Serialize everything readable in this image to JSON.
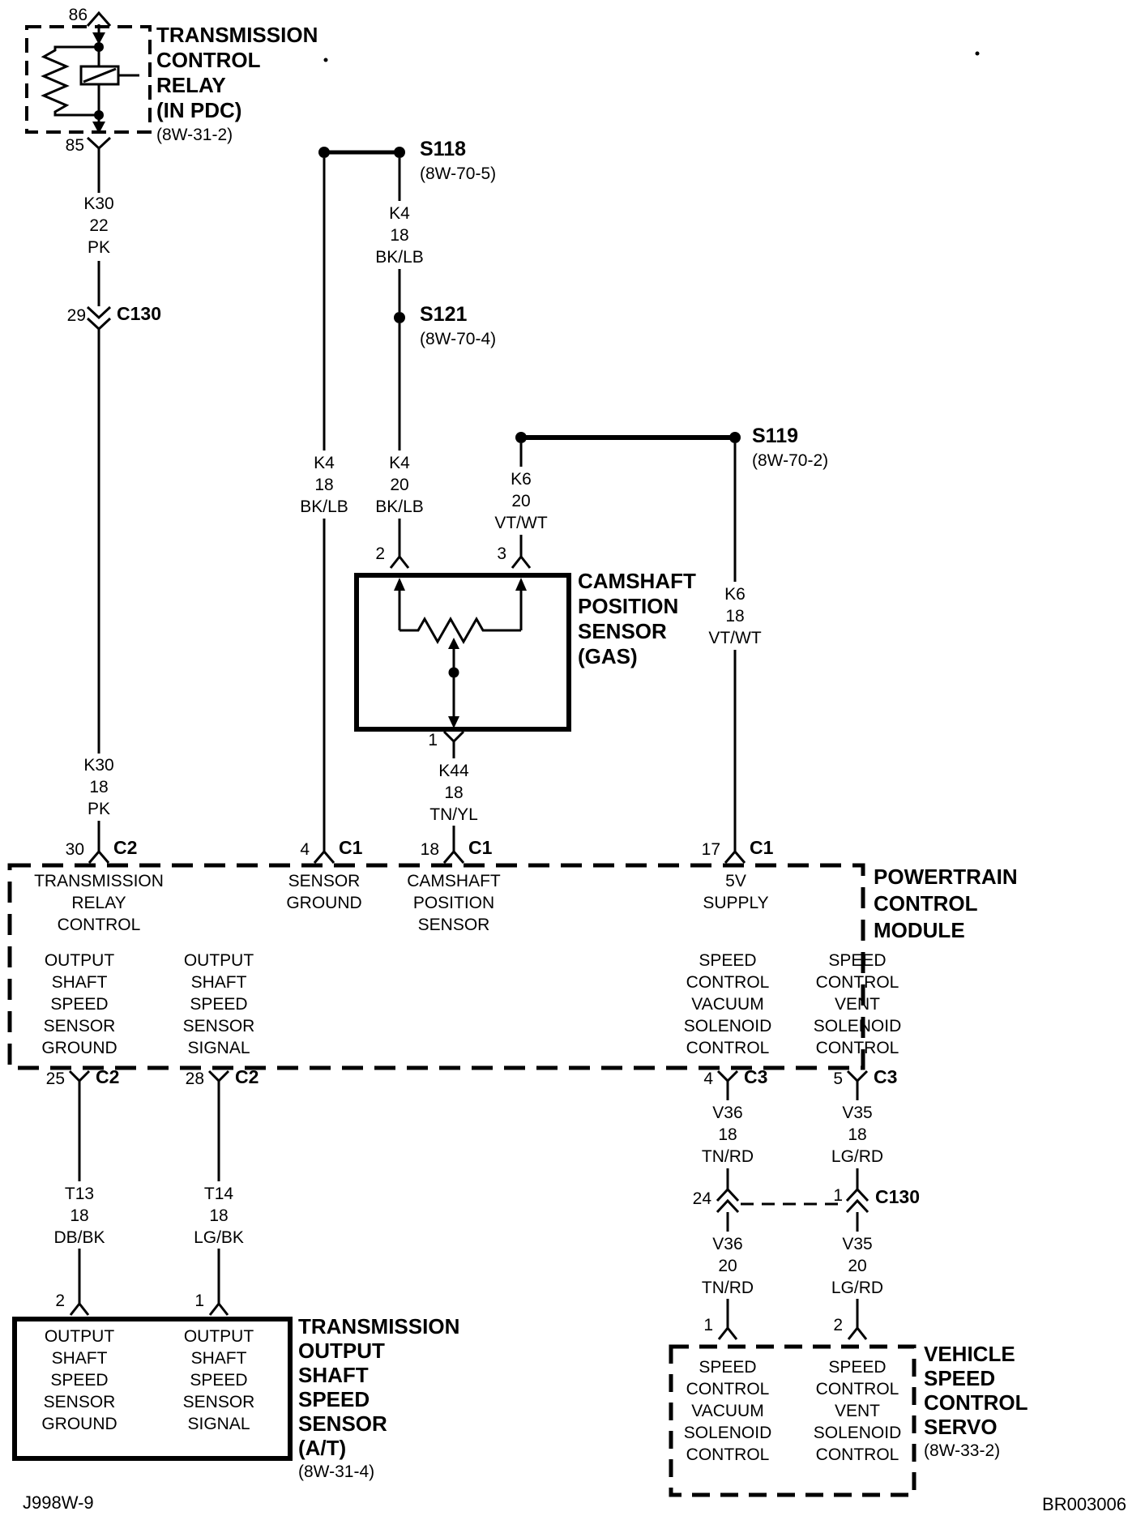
{
  "page": {
    "footer_left": "J998W-9",
    "footer_right": "BR003006",
    "ink": "#000000",
    "paper": "#ffffff"
  },
  "relay": {
    "pin_top": "86",
    "pin_bottom": "85",
    "title": [
      "TRANSMISSION",
      "CONTROL",
      "RELAY",
      "(IN PDC)"
    ],
    "ref": "(8W-31-2)"
  },
  "splices": {
    "s118": {
      "name": "S118",
      "ref": "(8W-70-5)"
    },
    "s121": {
      "name": "S121",
      "ref": "(8W-70-4)"
    },
    "s119": {
      "name": "S119",
      "ref": "(8W-70-2)"
    }
  },
  "wires": {
    "k30_22": [
      "K30",
      "22",
      "PK"
    ],
    "k30_18": [
      "K30",
      "18",
      "PK"
    ],
    "k4_18": [
      "K4",
      "18",
      "BK/LB"
    ],
    "k4_20": [
      "K4",
      "20",
      "BK/LB"
    ],
    "k6_20": [
      "K6",
      "20",
      "VT/WT"
    ],
    "k6_18": [
      "K6",
      "18",
      "VT/WT"
    ],
    "k44_18": [
      "K44",
      "18",
      "TN/YL"
    ],
    "t13_18": [
      "T13",
      "18",
      "DB/BK"
    ],
    "t14_18": [
      "T14",
      "18",
      "LG/BK"
    ],
    "v36_18": [
      "V36",
      "18",
      "TN/RD"
    ],
    "v35_18": [
      "V35",
      "18",
      "LG/RD"
    ],
    "v36_20": [
      "V36",
      "20",
      "TN/RD"
    ],
    "v35_20": [
      "V35",
      "20",
      "LG/RD"
    ]
  },
  "connectors": {
    "c130_29": {
      "pin": "29",
      "name": "C130"
    },
    "c130_24": {
      "pin": "24"
    },
    "c130_1": {
      "pin": "1",
      "name": "C130"
    }
  },
  "camshaft_sensor": {
    "pin2": "2",
    "pin3": "3",
    "pin1": "1",
    "title": [
      "CAMSHAFT",
      "POSITION",
      "SENSOR",
      "(GAS)"
    ]
  },
  "pcm": {
    "title": [
      "POWERTRAIN",
      "CONTROL",
      "MODULE"
    ],
    "top_pins": [
      {
        "num": "30",
        "conn": "C2",
        "func": [
          "TRANSMISSION",
          "RELAY",
          "CONTROL"
        ]
      },
      {
        "num": "4",
        "conn": "C1",
        "func": [
          "SENSOR",
          "GROUND"
        ]
      },
      {
        "num": "18",
        "conn": "C1",
        "func": [
          "CAMSHAFT",
          "POSITION",
          "SENSOR"
        ]
      },
      {
        "num": "17",
        "conn": "C1",
        "func": [
          "5V",
          "SUPPLY"
        ]
      }
    ],
    "bottom_pins": [
      {
        "num": "25",
        "conn": "C2",
        "func": [
          "OUTPUT",
          "SHAFT",
          "SPEED",
          "SENSOR",
          "GROUND"
        ]
      },
      {
        "num": "28",
        "conn": "C2",
        "func": [
          "OUTPUT",
          "SHAFT",
          "SPEED",
          "SENSOR",
          "SIGNAL"
        ]
      },
      {
        "num": "4",
        "conn": "C3",
        "func": [
          "SPEED",
          "CONTROL",
          "VACUUM",
          "SOLENOID",
          "CONTROL"
        ]
      },
      {
        "num": "5",
        "conn": "C3",
        "func": [
          "SPEED",
          "CONTROL",
          "VENT",
          "SOLENOID",
          "CONTROL"
        ]
      }
    ]
  },
  "output_sensor": {
    "pin_left": "2",
    "pin_right": "1",
    "left_func": [
      "OUTPUT",
      "SHAFT",
      "SPEED",
      "SENSOR",
      "GROUND"
    ],
    "right_func": [
      "OUTPUT",
      "SHAFT",
      "SPEED",
      "SENSOR",
      "SIGNAL"
    ],
    "title": [
      "TRANSMISSION",
      "OUTPUT",
      "SHAFT",
      "SPEED",
      "SENSOR",
      "(A/T)"
    ],
    "ref": "(8W-31-4)"
  },
  "servo": {
    "pin_left": "1",
    "pin_right": "2",
    "left_func": [
      "SPEED",
      "CONTROL",
      "VACUUM",
      "SOLENOID",
      "CONTROL"
    ],
    "right_func": [
      "SPEED",
      "CONTROL",
      "VENT",
      "SOLENOID",
      "CONTROL"
    ],
    "title": [
      "VEHICLE",
      "SPEED",
      "CONTROL",
      "SERVO"
    ],
    "ref": "(8W-33-2)"
  }
}
